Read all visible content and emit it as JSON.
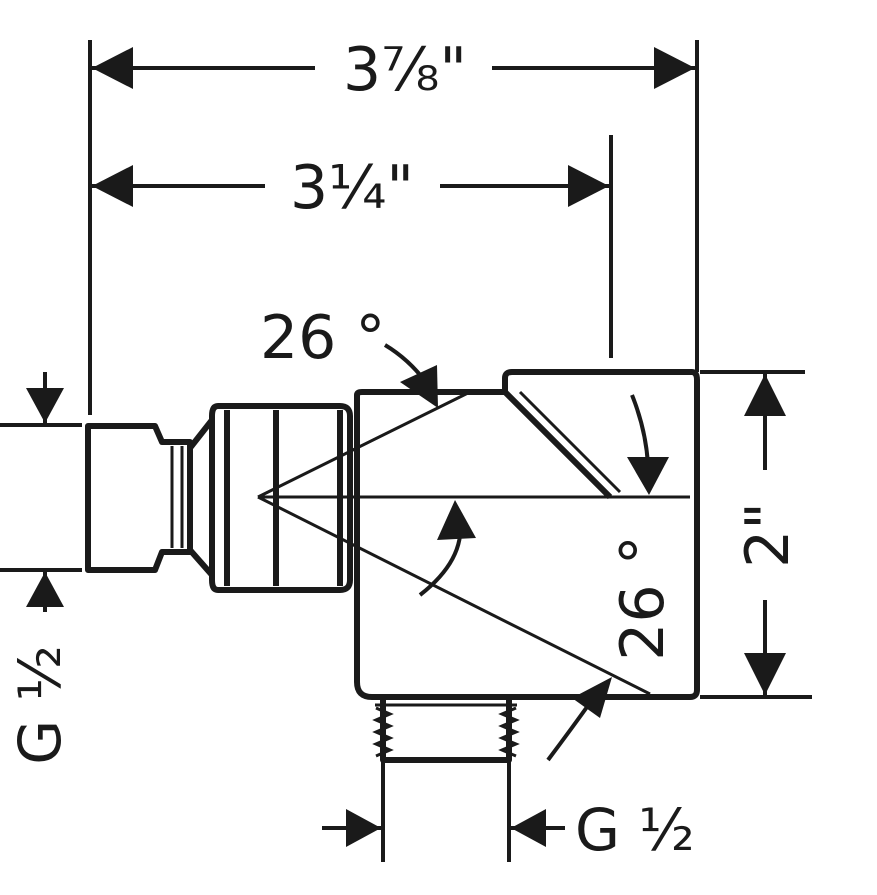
{
  "dimensions": {
    "overall_width": "3⅞\"",
    "body_width": "3¼\"",
    "height": "2\"",
    "angle_top": "26 °",
    "angle_right": "26 °",
    "inlet_thread": "G ½",
    "outlet_thread": "G ½"
  },
  "colors": {
    "ink": "#1a1a1a",
    "background": "#ffffff"
  }
}
